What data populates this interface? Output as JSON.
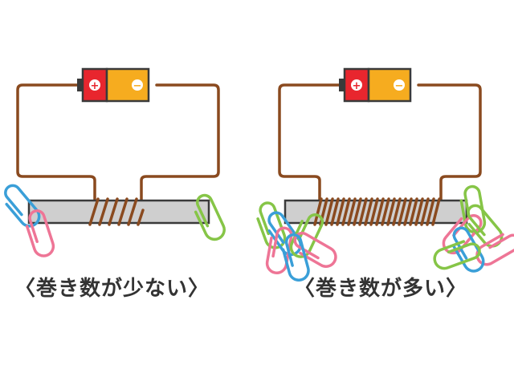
{
  "diagram": {
    "panels": [
      {
        "id": "few",
        "caption": "〈巻き数が少ない〉",
        "winding_turns": 6,
        "clips_attached": 3
      },
      {
        "id": "many",
        "caption": "〈巻き数が多い〉",
        "winding_turns": 22,
        "clips_attached": 12
      }
    ],
    "battery": {
      "positive_symbol": "+",
      "negative_symbol": "−"
    },
    "colors": {
      "wire": "#8a4a1f",
      "battery_positive": "#e8262e",
      "battery_body": "#f6ac1f",
      "battery_cap": "#3a3a3a",
      "core": "#cfcfcf",
      "clip_blue": "#3a9fd8",
      "clip_pink": "#ee7596",
      "clip_green": "#86c547",
      "outline": "#3a3a3a"
    },
    "icons": [
      "battery-icon",
      "paper-clip-icon",
      "iron-core-icon",
      "coil-icon"
    ]
  }
}
